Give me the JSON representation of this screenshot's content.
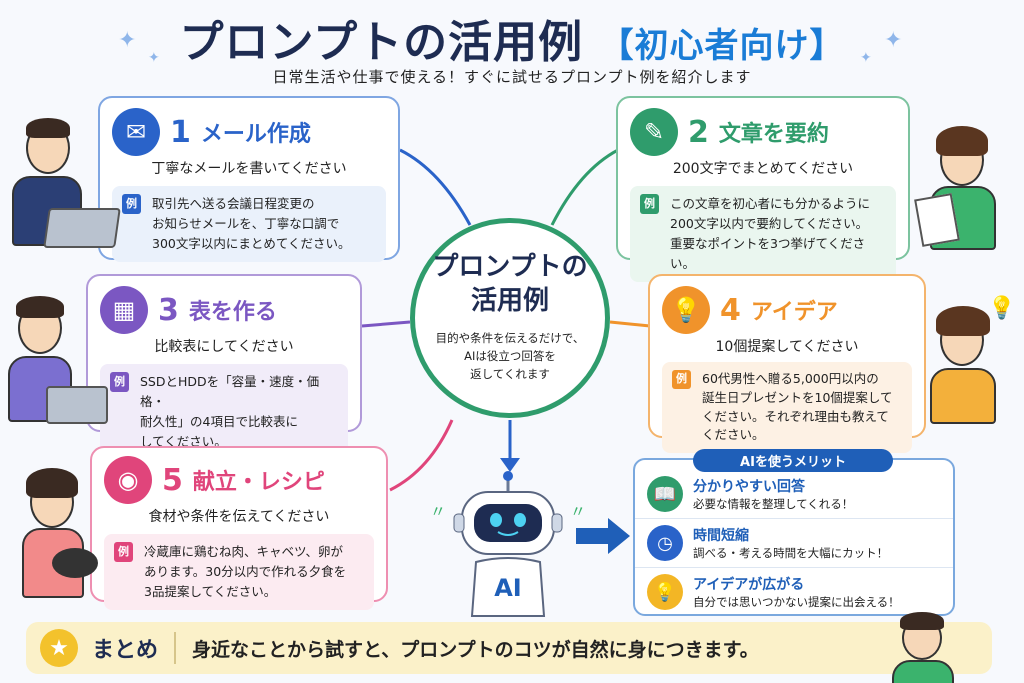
{
  "title": {
    "main": "プロンプトの活用例",
    "tag": "【初心者向け】",
    "subtitle": "日常生活や仕事で使える！すぐに試せるプロンプト例を紹介します"
  },
  "center": {
    "title_line1": "プロンプトの",
    "title_line2": "活用例",
    "desc_line1": "目的や条件を伝えるだけで、",
    "desc_line2": "AIは役立つ回答を",
    "desc_line3": "返してくれます"
  },
  "example_label": "例",
  "cards": [
    {
      "num": "1",
      "title": "メール作成",
      "sub": "丁寧なメールを書いてください",
      "ex1": "取引先へ送る会議日程変更の",
      "ex2": "お知らせメールを、丁寧な口調で",
      "ex3": "300文字以内にまとめてください。",
      "color": "#2a63c9",
      "bg": "#eaf1fb",
      "icon": "envelope-icon"
    },
    {
      "num": "2",
      "title": "文章を要約",
      "sub": "200文字でまとめてください",
      "ex1": "この文章を初心者にも分かるように",
      "ex2": "200文字以内で要約してください。",
      "ex3": "重要なポイントを3つ挙げてください。",
      "color": "#2f9c6c",
      "bg": "#eaf6ef",
      "icon": "document-icon"
    },
    {
      "num": "3",
      "title": "表を作る",
      "sub": "比較表にしてください",
      "ex1": "SSDとHDDを「容量・速度・価格・",
      "ex2": "耐久性」の4項目で比較表に",
      "ex3": "してください。",
      "color": "#7b57c2",
      "bg": "#f1ecf9",
      "icon": "table-icon"
    },
    {
      "num": "4",
      "title": "アイデア",
      "sub": "10個提案してください",
      "ex1": "60代男性へ贈る5,000円以内の",
      "ex2": "誕生日プレゼントを10個提案して",
      "ex3": "ください。それぞれ理由も教えて",
      "ex4": "ください。",
      "color": "#f0932b",
      "bg": "#fdf1e4",
      "icon": "lightbulb-icon"
    },
    {
      "num": "5",
      "title": "献立・レシピ",
      "sub": "食材や条件を伝えてください",
      "ex1": "冷蔵庫に鶏むね肉、キャベツ、卵が",
      "ex2": "あります。30分以内で作れる夕食を",
      "ex3": "3品提案してください。",
      "color": "#e0457b",
      "bg": "#fcebf1",
      "icon": "pot-icon"
    }
  ],
  "robot": {
    "label": "AI"
  },
  "merit": {
    "header": "AIを使うメリット",
    "items": [
      {
        "title": "分かりやすい回答",
        "desc": "必要な情報を整理してくれる！",
        "color": "#2f9c6c",
        "icon": "book-icon"
      },
      {
        "title": "時間短縮",
        "desc": "調べる・考える時間を大幅にカット！",
        "color": "#2a63c9",
        "icon": "clock-icon"
      },
      {
        "title": "アイデアが広がる",
        "desc": "自分では思いつかない提案に出会える！",
        "color": "#f3b625",
        "icon": "lightbulb-icon"
      }
    ]
  },
  "summary": {
    "label": "まとめ",
    "text": "身近なことから試すと、プロンプトのコツが自然に身につきます。"
  }
}
